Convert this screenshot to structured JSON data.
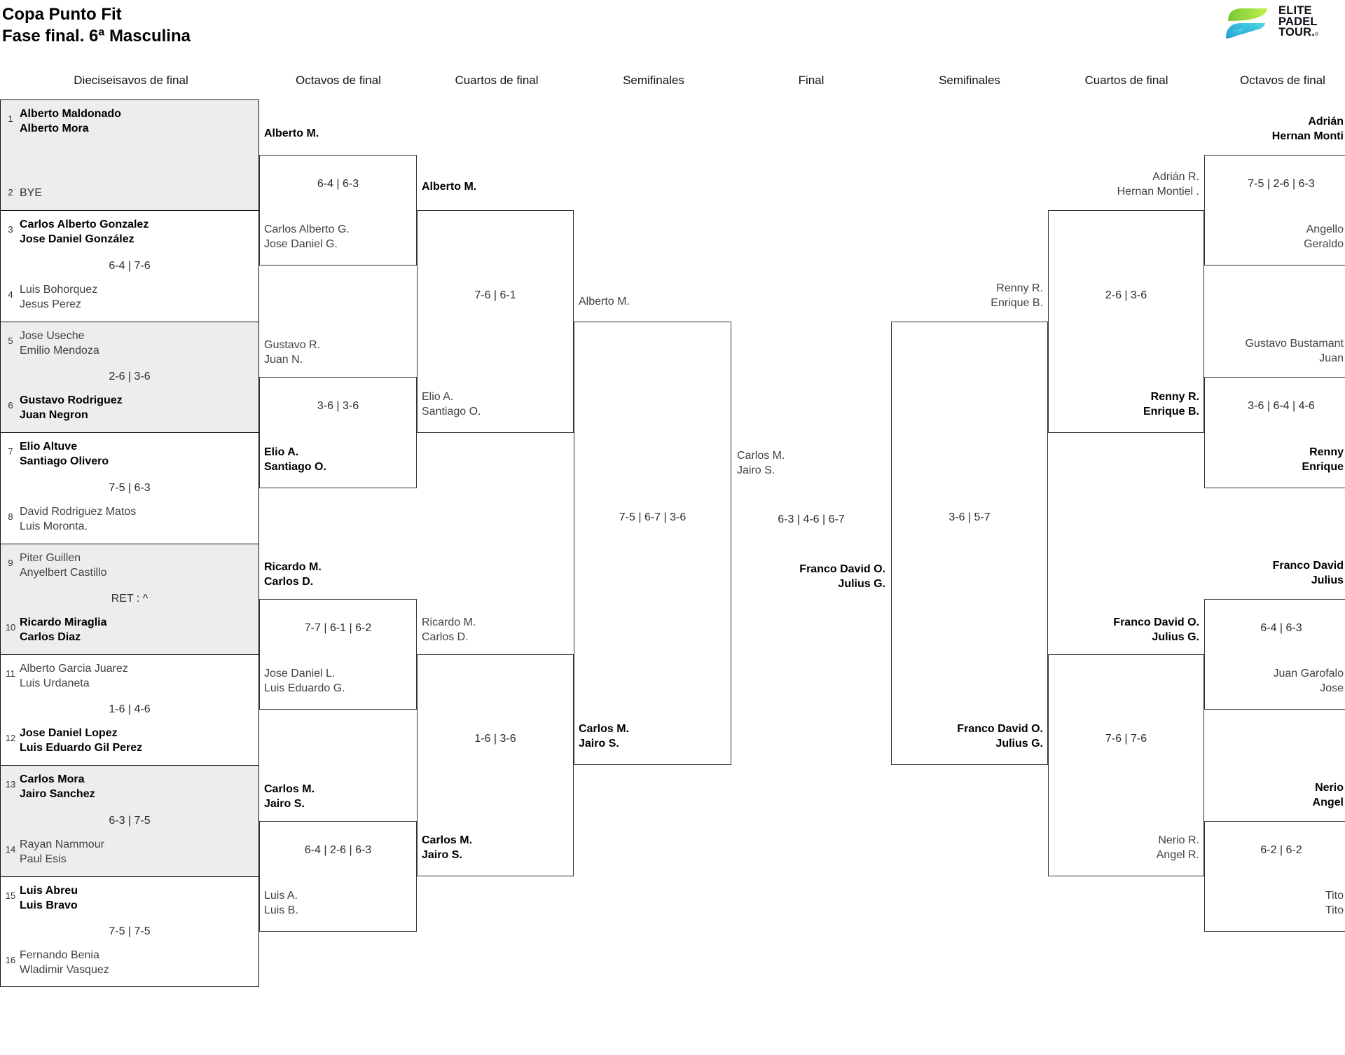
{
  "title": {
    "line1": "Copa Punto Fit",
    "line2": "Fase final. 6ª Masculina"
  },
  "logo": {
    "line1": "ELITE",
    "line2": "PADEL",
    "line3": "TOUR.",
    "reg": "®",
    "lime": "#9fd83f",
    "teal": "#2ab2dc"
  },
  "rounds": {
    "c1": "Dieciseisavos de final",
    "c2": "Octavos de final",
    "c3": "Cuartos de final",
    "c4": "Semifinales",
    "c5": "Final",
    "c6": "Semifinales",
    "c7": "Cuartos de final",
    "c8": "Octavos de final"
  },
  "r32": [
    {
      "s1": "1",
      "t1": [
        "Alberto Maldonado",
        "Alberto Mora"
      ],
      "s2": "2",
      "t2": [
        "BYE"
      ],
      "score": ""
    },
    {
      "s1": "3",
      "t1": [
        "Carlos Alberto Gonzalez",
        "Jose Daniel González"
      ],
      "s2": "4",
      "t2": [
        "Luis Bohorquez",
        "Jesus Perez"
      ],
      "score": "6-4 | 7-6"
    },
    {
      "s1": "5",
      "t1": [
        "Jose Useche",
        "Emilio Mendoza"
      ],
      "s2": "6",
      "t2": [
        "Gustavo Rodriguez",
        "Juan Negron"
      ],
      "score": "2-6 | 3-6"
    },
    {
      "s1": "7",
      "t1": [
        "Elio Altuve",
        "Santiago Olivero"
      ],
      "s2": "8",
      "t2": [
        "David Rodriguez Matos",
        "Luis Moronta."
      ],
      "score": "7-5 | 6-3"
    },
    {
      "s1": "9",
      "t1": [
        "Piter Guillen",
        "Anyelbert Castillo"
      ],
      "s2": "10",
      "t2": [
        "Ricardo Miraglia",
        "Carlos Diaz"
      ],
      "score": "RET : ^"
    },
    {
      "s1": "11",
      "t1": [
        "Alberto Garcia Juarez",
        "Luis Urdaneta"
      ],
      "s2": "12",
      "t2": [
        "Jose Daniel Lopez",
        "Luis Eduardo Gil Perez"
      ],
      "score": "1-6 | 4-6"
    },
    {
      "s1": "13",
      "t1": [
        "Carlos Mora",
        "Jairo Sanchez"
      ],
      "s2": "14",
      "t2": [
        "Rayan Nammour",
        "Paul Esis"
      ],
      "score": "6-3 | 7-5"
    },
    {
      "s1": "15",
      "t1": [
        "Luis Abreu",
        "Luis Bravo"
      ],
      "s2": "16",
      "t2": [
        "Fernando Benia",
        "Wladimir Vasquez"
      ],
      "score": "7-5 | 7-5"
    }
  ],
  "ol": [
    {
      "top": [
        "Alberto M."
      ],
      "score": "6-4 | 6-3",
      "bottom": [
        "Carlos Alberto G.",
        "Jose Daniel G."
      ]
    },
    {
      "top": [
        "Gustavo R.",
        "Juan N."
      ],
      "score": "3-6 | 3-6",
      "bottom": [
        "Elio A.",
        "Santiago O."
      ]
    },
    {
      "top": [
        "Ricardo M.",
        "Carlos D."
      ],
      "score": "7-7 | 6-1 | 6-2",
      "bottom": [
        "Jose Daniel L.",
        "Luis Eduardo G."
      ]
    },
    {
      "top": [
        "Carlos M.",
        "Jairo S."
      ],
      "score": "6-4 | 2-6 | 6-3",
      "bottom": [
        "Luis A.",
        "Luis B."
      ]
    }
  ],
  "ql": [
    {
      "top": [
        "Alberto M."
      ],
      "score": "7-6 | 6-1",
      "bottom": [
        "Elio A.",
        "Santiago O."
      ]
    },
    {
      "top": [
        "Ricardo M.",
        "Carlos D."
      ],
      "score": "1-6 | 3-6",
      "bottom": [
        "Carlos M.",
        "Jairo S."
      ]
    }
  ],
  "sl": {
    "top": [
      "Alberto M."
    ],
    "score": "7-5 | 6-7 | 3-6",
    "bottom": [
      "Carlos M.",
      "Jairo S."
    ]
  },
  "final": {
    "left": [
      "Carlos M.",
      "Jairo S."
    ],
    "score": "6-3 | 4-6 | 6-7",
    "right": [
      "Franco David O.",
      "Julius G."
    ]
  },
  "sr": {
    "top": [
      "Renny R.",
      "Enrique B."
    ],
    "score": "3-6 | 5-7",
    "bottom": [
      "Franco David O.",
      "Julius G."
    ]
  },
  "qr": [
    {
      "top": [
        "Adrián R.",
        "Hernan Montiel ."
      ],
      "score": "2-6 | 3-6",
      "bottom": [
        "Renny R.",
        "Enrique B."
      ]
    },
    {
      "top": [
        "Franco David O.",
        "Julius G."
      ],
      "score": "7-6 | 7-6",
      "bottom": [
        "Nerio R.",
        "Angel R."
      ]
    }
  ],
  "or": [
    {
      "top": [
        "Adrián",
        "Hernan Monti"
      ],
      "score": "7-5 | 2-6 | 6-3",
      "bottom": [
        "Angello",
        "Geraldo"
      ]
    },
    {
      "top": [
        "Gustavo Bustamant",
        "Juan"
      ],
      "score": "3-6 | 6-4 | 4-6",
      "bottom": [
        "Renny",
        "Enrique"
      ]
    },
    {
      "top": [
        "Franco David",
        "Julius"
      ],
      "score": "6-4 | 6-3",
      "bottom": [
        "Juan Garofalo",
        "Jose"
      ]
    },
    {
      "top": [
        "Nerio",
        "Angel"
      ],
      "score": "6-2 | 6-2",
      "bottom": [
        "Tito",
        "Tito"
      ]
    }
  ]
}
